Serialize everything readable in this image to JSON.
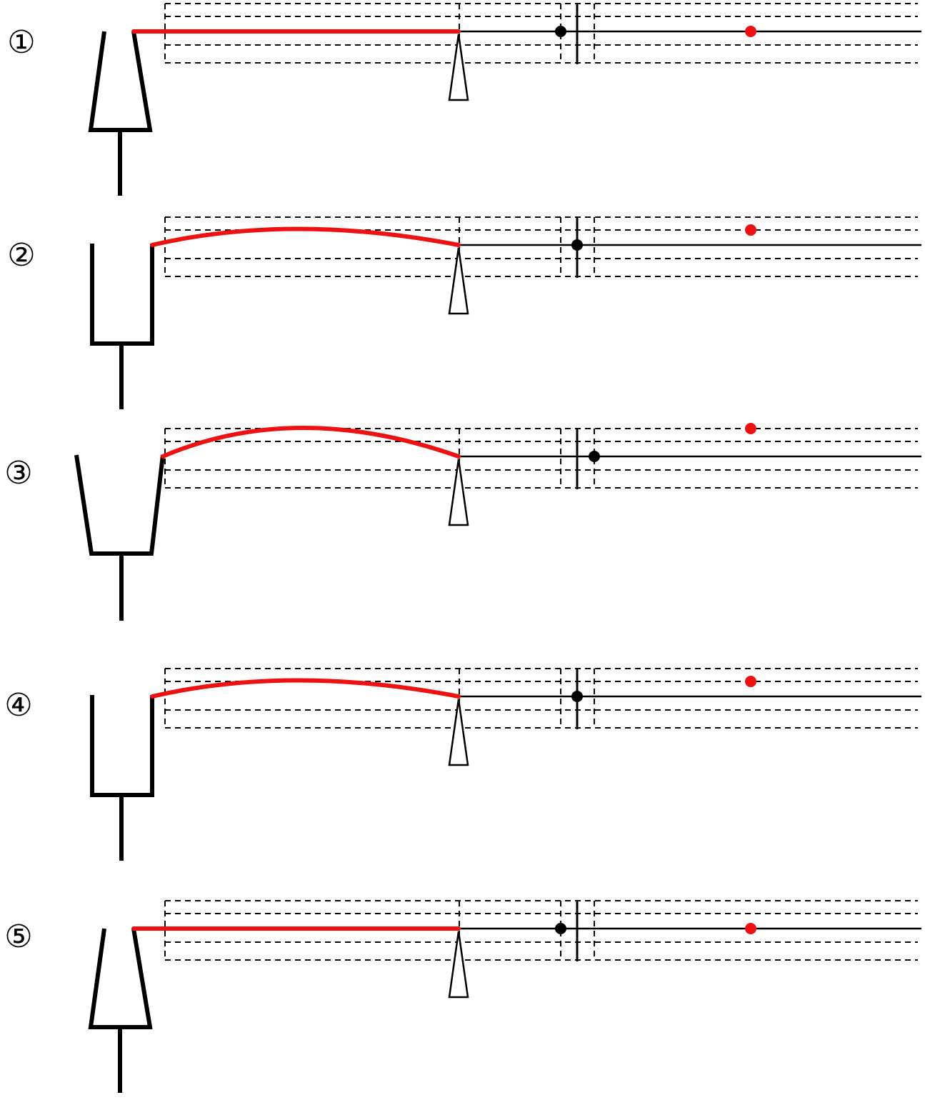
{
  "panels": [
    {
      "label": "①",
      "cup": "flared",
      "arc_height": 0,
      "black_dot": "left",
      "red_dot": "on-line"
    },
    {
      "label": "②",
      "cup": "upright",
      "arc_height": 1,
      "black_dot": "center",
      "red_dot": "above"
    },
    {
      "label": "③",
      "cup": "open",
      "arc_height": 2,
      "black_dot": "right",
      "red_dot": "top"
    },
    {
      "label": "④",
      "cup": "upright",
      "arc_height": 1,
      "black_dot": "center",
      "red_dot": "above"
    },
    {
      "label": "⑤",
      "cup": "flared",
      "arc_height": 0,
      "black_dot": "left",
      "red_dot": "on-line"
    }
  ],
  "colors": {
    "ink": "#000000",
    "highlight": "#ee1111",
    "background": "#ffffff"
  }
}
